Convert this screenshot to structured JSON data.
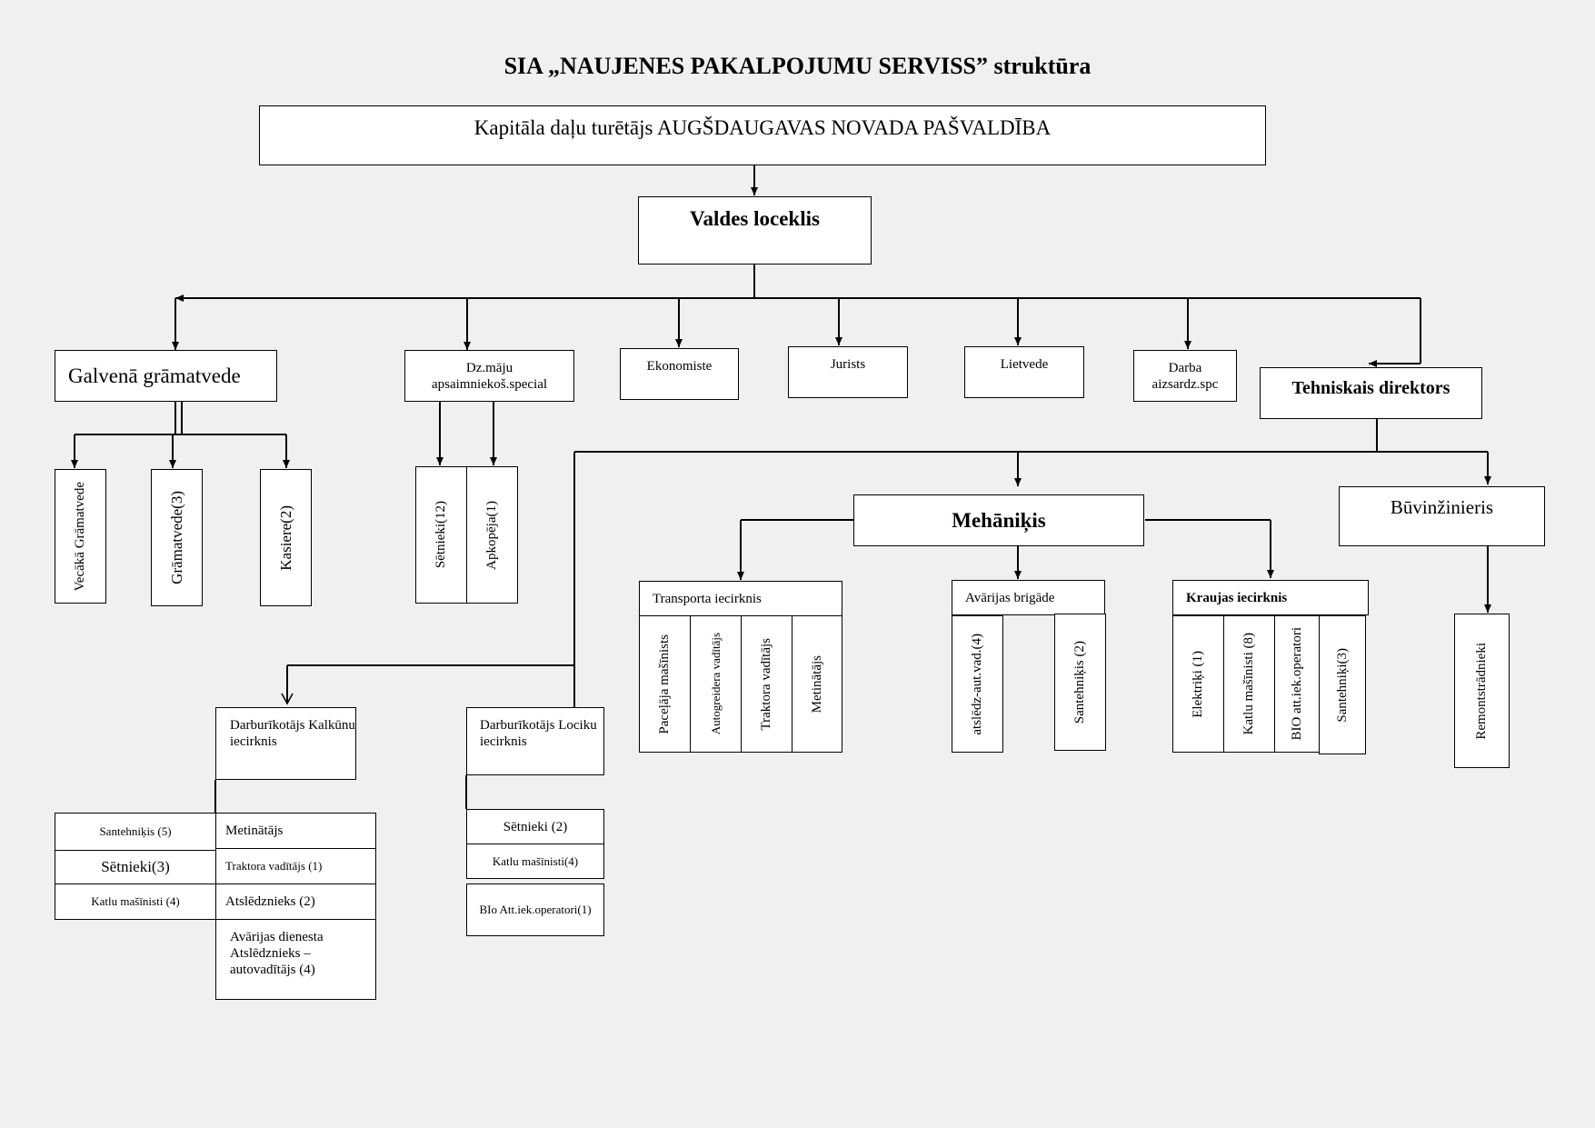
{
  "title": "SIA „NAUJENES PAKALPOJUMU SERVISS” struktūra",
  "owner": "Kapitāla daļu turētājs AUGŠDAUGAVAS NOVADA PAŠVALDĪBA",
  "board": "Valdes loceklis",
  "departments": {
    "chief_accountant": "Galvenā grāmatvede",
    "housing": "Dz.māju apsaimniekoš.special",
    "economist": "Ekonomiste",
    "lawyer": "Jurists",
    "clerk": "Lietvede",
    "safety": "Darba aizsardz.spc",
    "tech_director": "Tehniskais direktors"
  },
  "accounting_staff": [
    "Vecākā Grāmatvede",
    "Grāmatvede(3)",
    "Kasiere(2)"
  ],
  "housing_staff": [
    "Sētnieki(12)",
    "Apkopēja(1)"
  ],
  "mechanic": "Mehāniķis",
  "builder": "Būvinžinieris",
  "builder_staff": [
    "Remontstrādnieki"
  ],
  "transport": {
    "name": "Transporta iecirknis",
    "staff": [
      "Paceļāja  mašīnists",
      "Autogreidera vadītājs",
      "Traktora vadītājs",
      "Metinātājs"
    ]
  },
  "emergency": {
    "name": "Avārijas brigāde",
    "staff": [
      "atslēdz-aut.vad.(4)",
      "Santehniķis (2)"
    ]
  },
  "kraujas": {
    "name": "Kraujas iecirknis",
    "staff": [
      "Elektriķi (1)",
      "Katlu mašīnisti (8)",
      "BIO att.iek.operatori",
      "Santehniķi(3)"
    ]
  },
  "kalkuni": {
    "name": "Darburīkotājs Kalkūnu iecirknis",
    "left_staff": [
      "Santehniķis (5)",
      "Sētnieki(3)",
      "Katlu mašīnisti (4)"
    ],
    "right_staff": [
      "Metinātājs",
      "Traktora vadītājs (1)",
      "Atslēdznieks (2)",
      "Avārijas dienesta Atslēdznieks – autovadītājs (4)"
    ]
  },
  "lociki": {
    "name": "Darburīkotājs Lociku iecirknis",
    "staff": [
      "Sētnieki (2)",
      "Katlu mašīnisti(4)",
      "BIo Att.iek.operatori(1)"
    ]
  }
}
